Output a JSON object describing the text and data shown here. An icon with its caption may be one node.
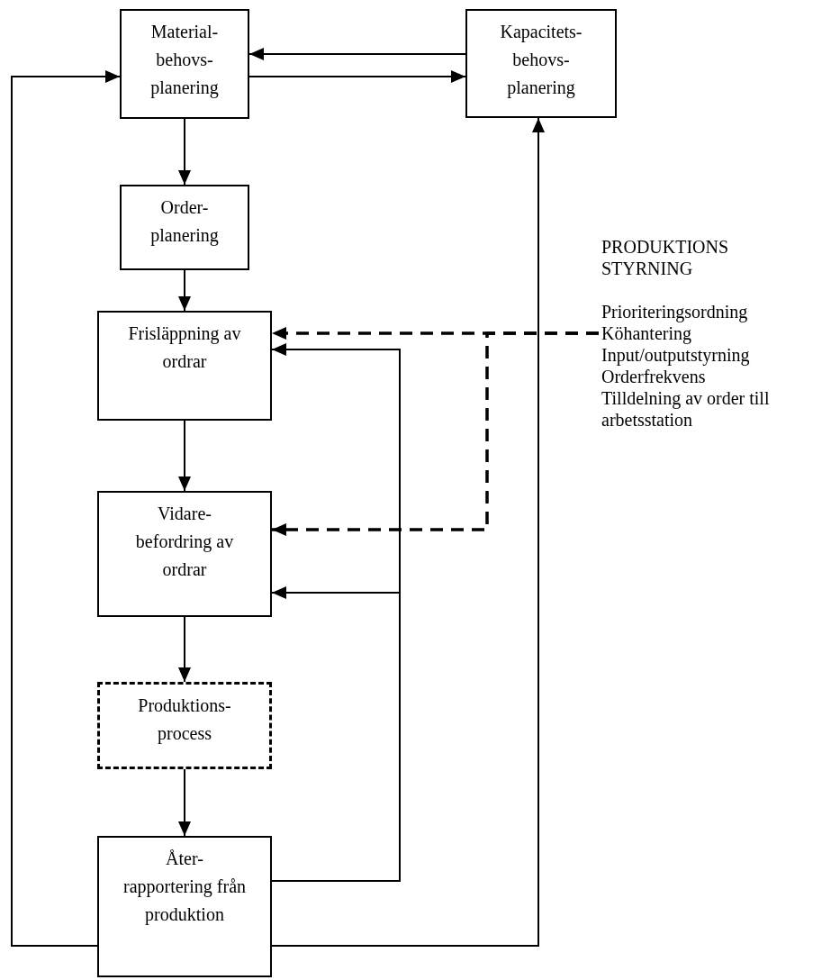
{
  "diagram": {
    "nodes": [
      {
        "text": [
          "Material- behovs- planering"
        ]
      },
      {
        "text": [
          "Kapacitets- behovs- planering"
        ]
      },
      {
        "text": [
          "Order- planering"
        ]
      },
      {
        "text": [
          "Frisläppning av ordrar"
        ]
      },
      {
        "text": [
          "Vidare- befordring av ordrar"
        ]
      },
      {
        "text": [
          "Produktions- process"
        ]
      },
      {
        "text": [
          "Åter- rapportering från produktion"
        ]
      },
      {
        "text": [
          "PRODUKTIONS STYRNING",
          "Prioriteringsordning",
          "Köhantering",
          "Input/outputstyrning",
          "Orderfrekvens",
          "Tilldelning av order till arbetsstation"
        ]
      }
    ],
    "edges": [
      {
        "from": 1,
        "to": 0,
        "arrow": "to"
      },
      {
        "from": 0,
        "to": 1,
        "arrow": "to"
      },
      {
        "from": 6,
        "to": 0,
        "arrow": "to"
      },
      {
        "from": 6,
        "to": 1,
        "arrow": "to"
      },
      {
        "from": 0,
        "to": 2,
        "arrow": "to"
      },
      {
        "from": 2,
        "to": 3,
        "arrow": "to"
      },
      {
        "from": 3,
        "to": 4,
        "arrow": "to"
      },
      {
        "from": 4,
        "to": 5,
        "arrow": "to"
      },
      {
        "from": 5,
        "to": 6,
        "arrow": "to"
      },
      {
        "from": 6,
        "to": 3,
        "arrow": "to"
      },
      {
        "from": 6,
        "to": 4,
        "arrow": "to"
      },
      {
        "from": 7,
        "to": 3,
        "arrow": "to",
        "style": "dashed"
      },
      {
        "from": 7,
        "to": 4,
        "arrow": "to",
        "style": "dashed"
      }
    ]
  }
}
